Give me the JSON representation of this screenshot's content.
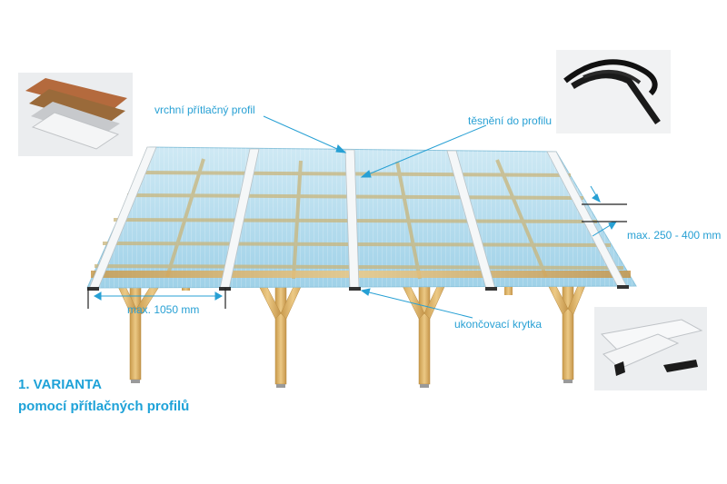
{
  "labels": {
    "top_profile": "vrchní přítlačný profil",
    "seal": "těsnění do profilu",
    "max_rafter_spacing": "max. 250 - 400 mm",
    "max_post_spacing": "max. 1050 mm",
    "end_cap": "ukončovací krytka"
  },
  "variant": {
    "title": "1. VARIANTA",
    "subtitle": "pomocí přítlačných profilů"
  },
  "colors": {
    "accent": "#1ea2d8",
    "panel": "#b7dcee",
    "wood": "#e8c47c"
  }
}
